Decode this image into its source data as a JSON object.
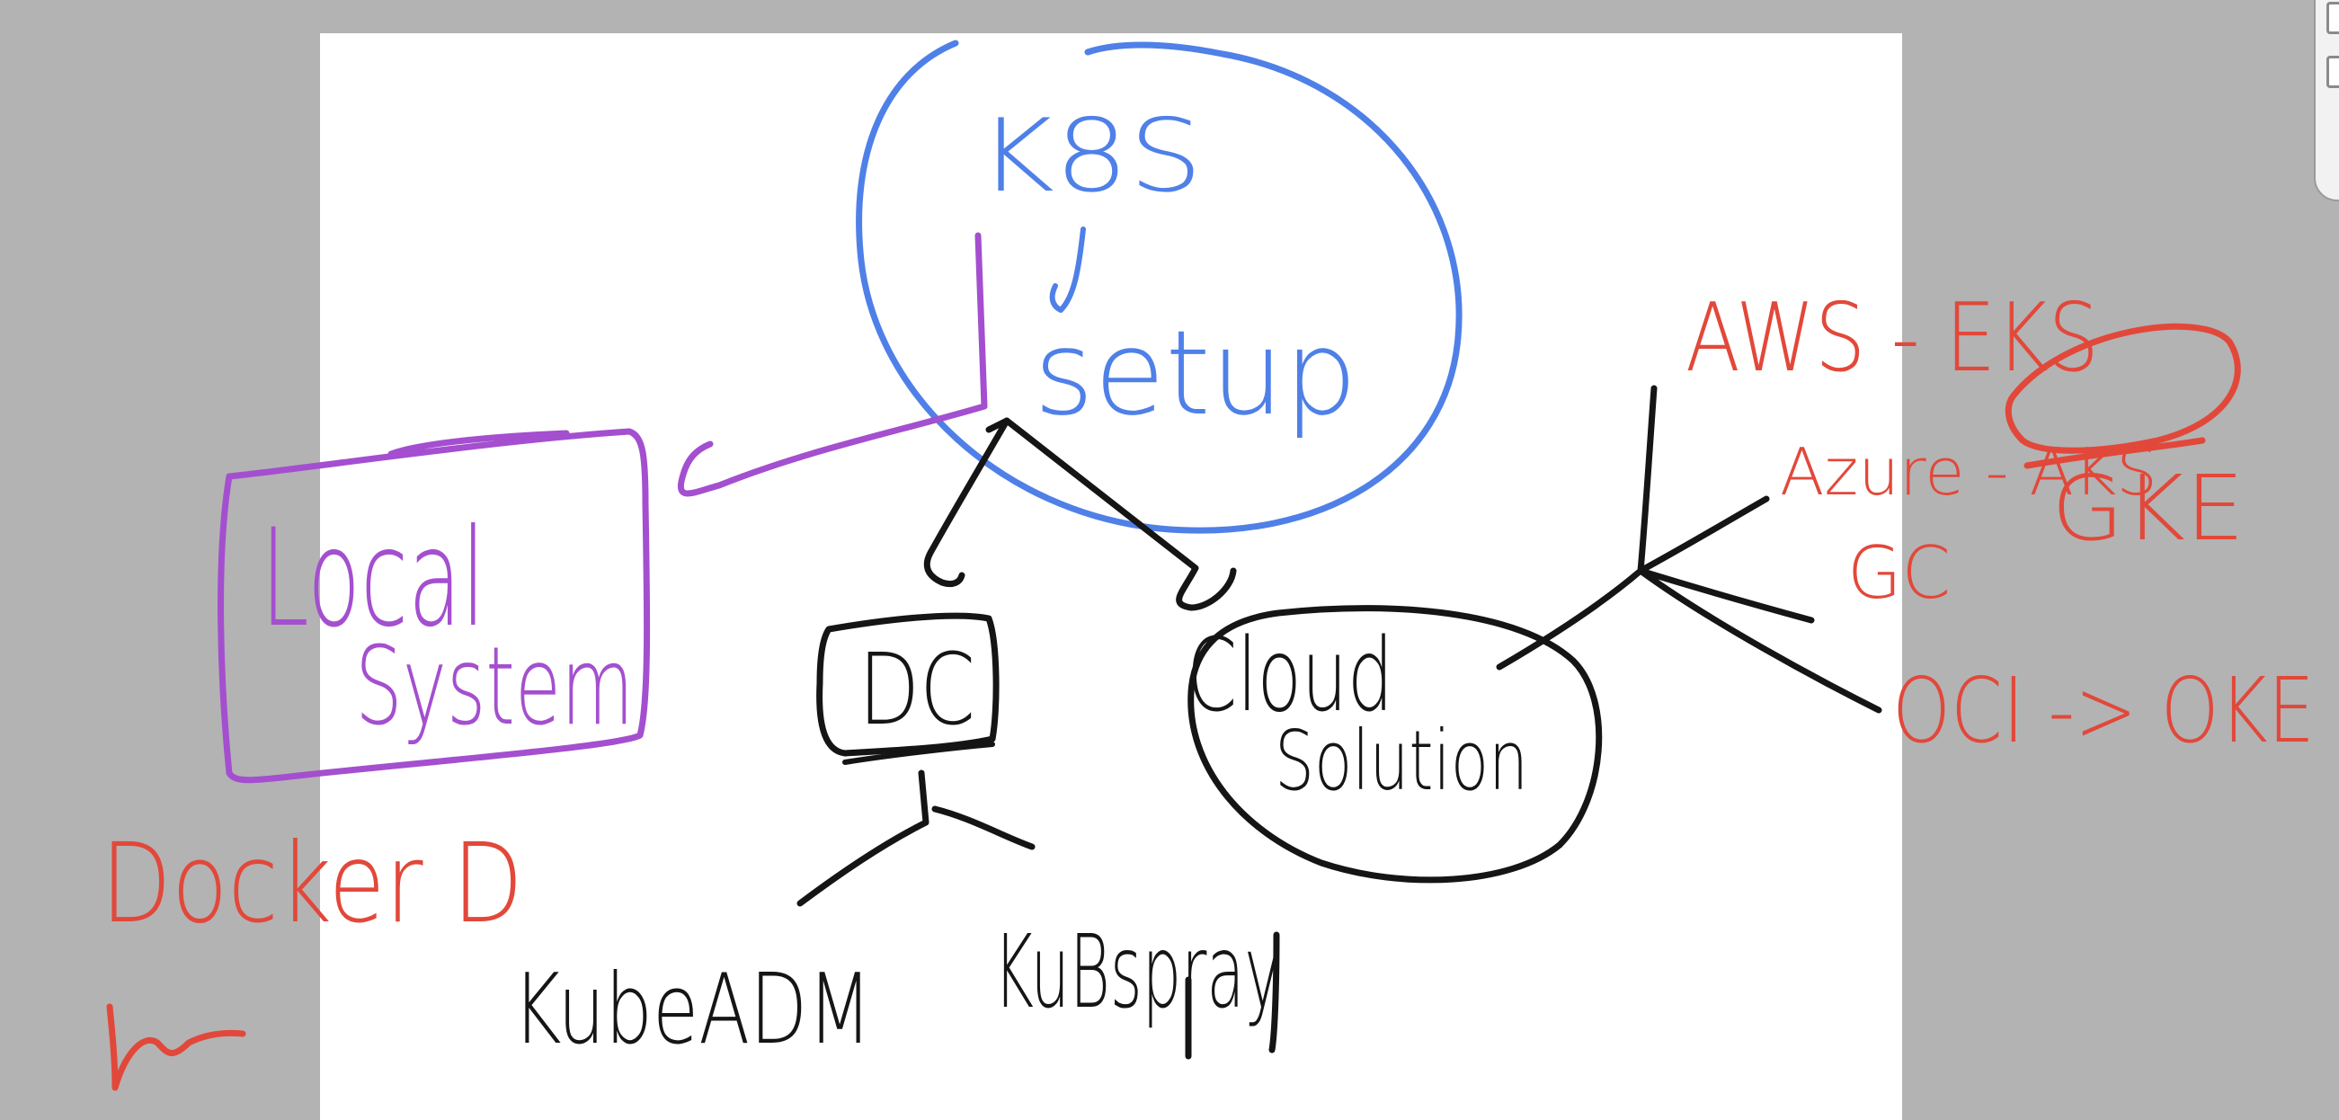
{
  "colors": {
    "blue_ink": "#4f80e8",
    "purple_ink": "#a44fcf",
    "black_ink": "#151515",
    "red_ink": "#e2483a",
    "backdrop": "#b3b3b3",
    "page": "#ffffff"
  },
  "diagram": {
    "root": {
      "line1": "K8S",
      "line2": "setup"
    },
    "local": {
      "line1": "Local",
      "line2": "System"
    },
    "docker": {
      "label": "Docker D"
    },
    "dc": {
      "label": "DC"
    },
    "cloud": {
      "line1": "Cloud",
      "line2": "Solution"
    },
    "dc_tools": {
      "kubeadm": "KubeADM",
      "kubespray": "KuBspray"
    },
    "cloud_providers": {
      "aws": "AWS - EKS",
      "azure": "Azure - AKS",
      "gcp_service": "GKE",
      "gc": "GC",
      "oci": "OCI -> OKE"
    }
  },
  "side_tool": {
    "icon": "toolbar-handle-icon"
  }
}
